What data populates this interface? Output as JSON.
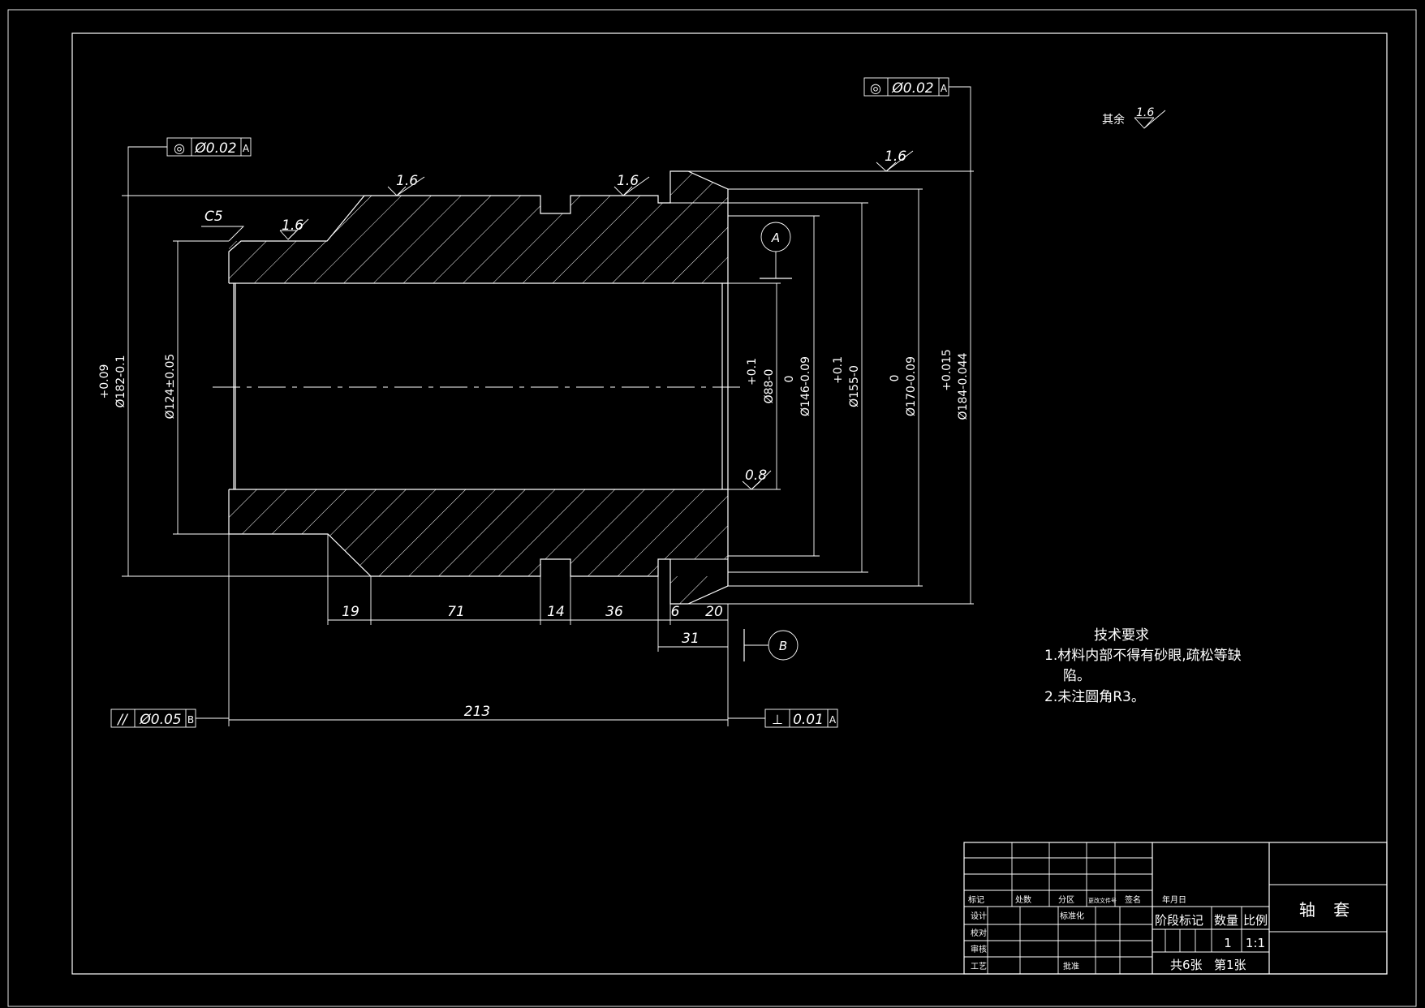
{
  "drawing": {
    "fcf_top_left": {
      "symbol": "◎",
      "tolerance": "Ø0.02",
      "datum": "A"
    },
    "fcf_top_right": {
      "symbol": "◎",
      "tolerance": "Ø0.02",
      "datum": "A"
    },
    "fcf_bottom_left": {
      "symbol": "//",
      "tolerance": "Ø0.05",
      "datum": "B"
    },
    "fcf_bottom_right": {
      "symbol": "⊥",
      "tolerance": "0.01",
      "datum": "A"
    },
    "chamfer": "C5",
    "roughness": [
      "1.6",
      "1.6",
      "1.6",
      "1.6",
      "0.8"
    ],
    "rest_label": "其余",
    "rest_value": "1.6",
    "datum_a": "A",
    "datum_b": "B",
    "diameters": {
      "d182_tol": "+0.09",
      "d182": "Ø182-0.1",
      "d124": "Ø124±0.05",
      "d88_tol": "+0.1",
      "d88": "Ø88-0",
      "d146_tol": "0",
      "d146": "Ø146-0.09",
      "d155_tol": "+0.1",
      "d155": "Ø155-0",
      "d170_tol": "0",
      "d170": "Ø170-0.09",
      "d184_tol": "+0.015",
      "d184": "Ø184-0.044"
    },
    "lengths": {
      "l19": "19",
      "l71": "71",
      "l14": "14",
      "l36": "36",
      "l6": "6",
      "l20": "20",
      "l31": "31",
      "l213": "213"
    }
  },
  "tech": {
    "heading": "技术要求",
    "item1": "1.材料内部不得有砂眼,疏松等缺",
    "item1_cont": "陷。",
    "item2": "2.未注圆角R3。"
  },
  "title_block": {
    "headers": [
      "标记",
      "处数",
      "分区",
      "更改文件号",
      "签名",
      "年月日"
    ],
    "design": "设计",
    "standard": "标准化",
    "check": "校对",
    "review": "审核",
    "process": "工艺",
    "approve": "批准",
    "stage_mark": "阶段标记",
    "quantity": "数量",
    "ratio": "比例",
    "quantity_value": "1",
    "ratio_value": "1:1",
    "sheets": "共6张",
    "sheet_no": "第1张",
    "part_name": "轴 套"
  }
}
